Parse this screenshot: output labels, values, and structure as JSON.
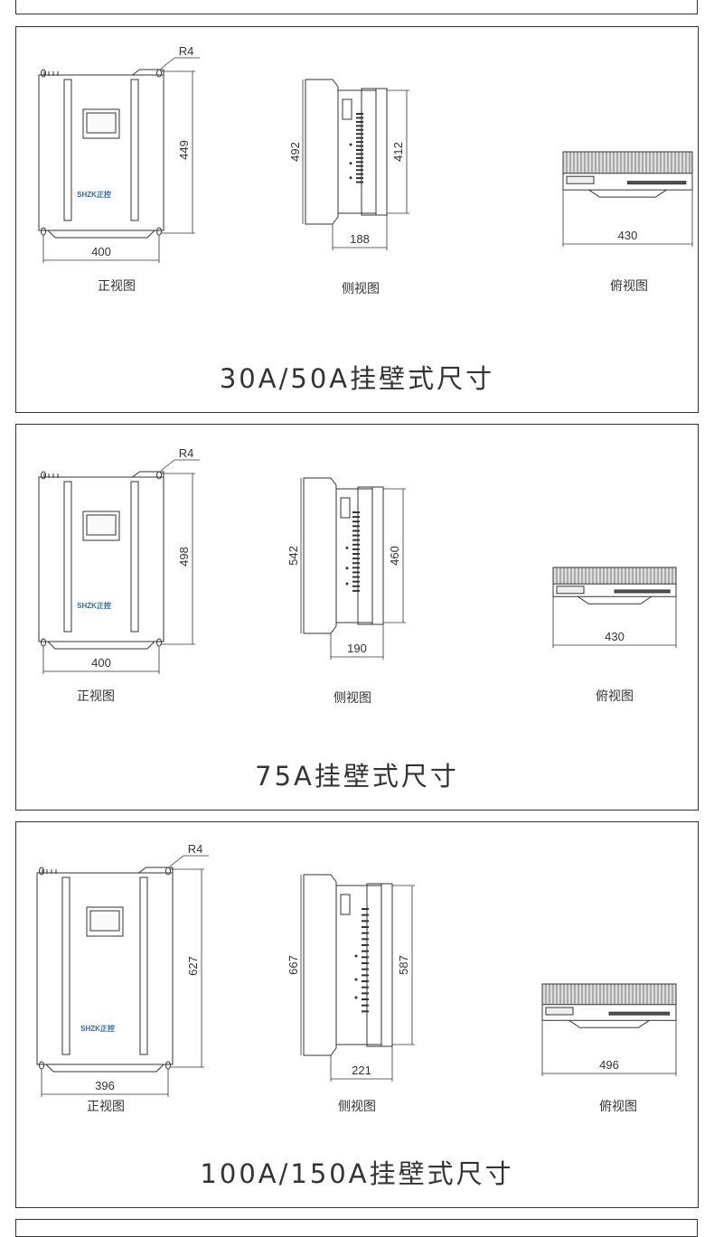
{
  "panels": [
    {
      "title": "30A/50A挂壁式尺寸",
      "front": {
        "caption": "正视图",
        "width": "400",
        "height": "449",
        "radius": "R4",
        "logo": "SHZK正控"
      },
      "side": {
        "caption": "侧视图",
        "total_height": "492",
        "body_height": "412",
        "depth": "188"
      },
      "top": {
        "caption": "俯视图",
        "width": "430"
      }
    },
    {
      "title": "75A挂壁式尺寸",
      "front": {
        "caption": "正视图",
        "width": "400",
        "height": "498",
        "radius": "R4",
        "logo": "SHZK正控"
      },
      "side": {
        "caption": "侧视图",
        "total_height": "542",
        "body_height": "460",
        "depth": "190"
      },
      "top": {
        "caption": "俯视图",
        "width": "430"
      }
    },
    {
      "title": "100A/150A挂壁式尺寸",
      "front": {
        "caption": "正视图",
        "width": "396",
        "height": "627",
        "radius": "R4",
        "logo": "SHZK正控"
      },
      "side": {
        "caption": "侧视图",
        "total_height": "667",
        "body_height": "587",
        "depth": "221"
      },
      "top": {
        "caption": "俯视图",
        "width": "496"
      }
    }
  ]
}
